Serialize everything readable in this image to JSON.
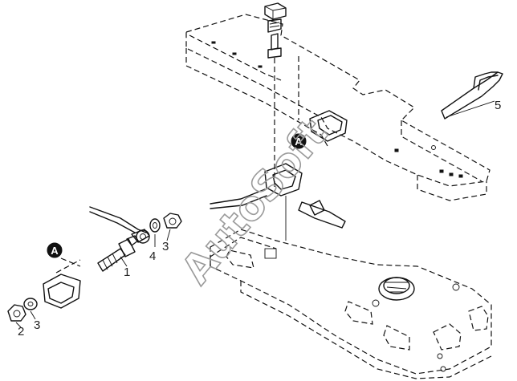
{
  "callouts": {
    "n1": "1",
    "n2": "2",
    "n3a": "3",
    "n3b": "3",
    "n4": "4",
    "n5": "5"
  },
  "markers": {
    "a_upper": "A",
    "a_lower": "A"
  },
  "watermark": "AutoSoft",
  "colors": {
    "line": "#111111",
    "watermark": "#9a9a9a",
    "background": "#ffffff"
  }
}
